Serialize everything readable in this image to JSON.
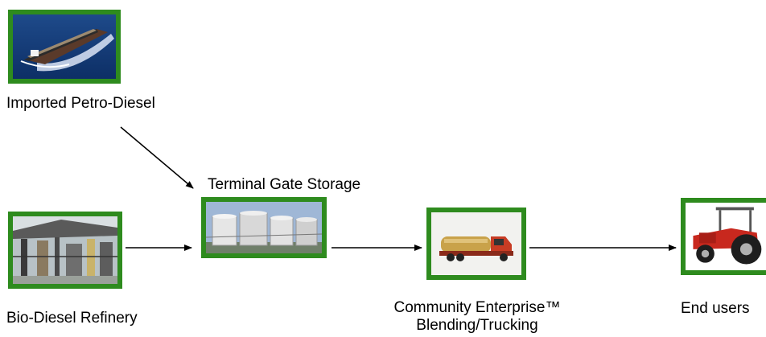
{
  "diagram": {
    "nodes": [
      {
        "id": "imported",
        "label": "Imported Petro-Diesel",
        "picture": "oil-tanker-ship"
      },
      {
        "id": "refinery",
        "label": "Bio-Diesel Refinery",
        "picture": "refinery-plant"
      },
      {
        "id": "terminal",
        "label": "Terminal Gate Storage",
        "picture": "storage-tanks"
      },
      {
        "id": "community",
        "label_line1": "Community Enterprise™",
        "label_line2": "Blending/Trucking",
        "picture": "tanker-truck"
      },
      {
        "id": "endusers",
        "label": "End users",
        "picture": "red-tractor"
      }
    ],
    "edges": [
      {
        "from": "imported",
        "to": "terminal"
      },
      {
        "from": "refinery",
        "to": "terminal"
      },
      {
        "from": "terminal",
        "to": "community"
      },
      {
        "from": "community",
        "to": "endusers"
      }
    ],
    "colors": {
      "frame": "#2e8b1e",
      "arrow": "#000000"
    }
  }
}
